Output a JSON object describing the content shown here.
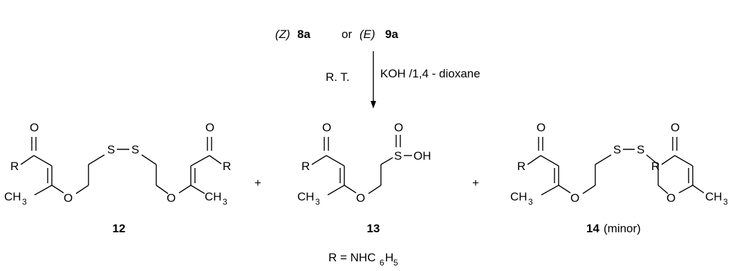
{
  "reactants": {
    "z_label": "(Z)",
    "z_compound": "8a",
    "connector": "or",
    "e_label": "(E)",
    "e_compound": "9a"
  },
  "conditions": {
    "left": "R. T.",
    "right": "KOH /1,4 - dioxane"
  },
  "plus": "+",
  "atoms": {
    "o": "O",
    "r": "R",
    "s": "S",
    "c": "C",
    "h": "H",
    "ch3_main": "CH",
    "ch3_sub": "3",
    "soh": "OH"
  },
  "products": {
    "p12": "12",
    "p13": "13",
    "p14_num": "14",
    "p14_note": "(minor)"
  },
  "footnote": {
    "lhs": "R = NHC",
    "sub1": "6",
    "mid": "H",
    "sub2": "5"
  }
}
